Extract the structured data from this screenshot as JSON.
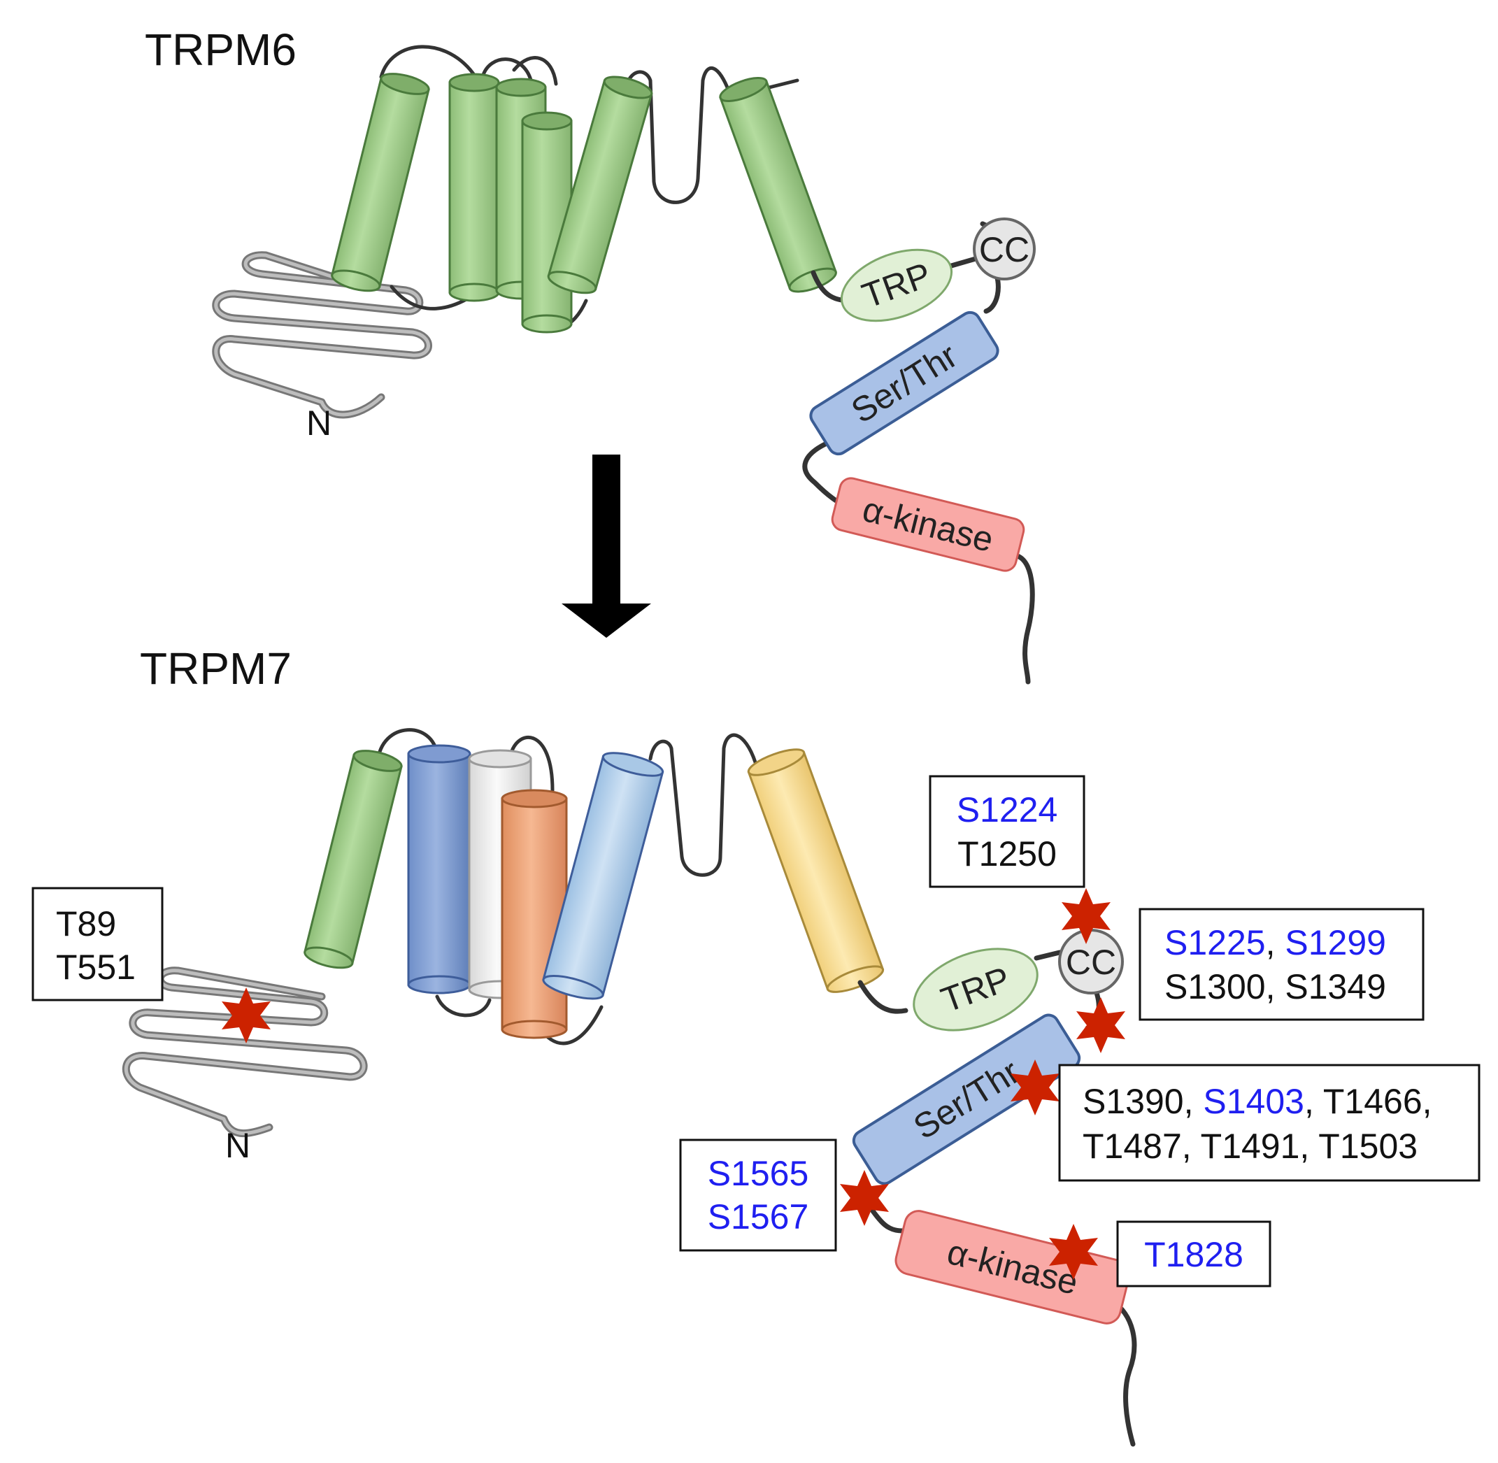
{
  "trpm6": {
    "title": "TRPM6",
    "n_terminus": "N",
    "domains": {
      "trp": "TRP",
      "cc": "CC",
      "ser_thr": "Ser/Thr",
      "alpha_kinase": "α-kinase"
    }
  },
  "trpm7": {
    "title": "TRPM7",
    "n_terminus": "N",
    "domains": {
      "trp": "TRP",
      "cc": "CC",
      "ser_thr": "Ser/Thr",
      "alpha_kinase": "α-kinase"
    },
    "site_labels": {
      "box_t89": {
        "line1": "T89",
        "line2": "T551"
      },
      "box_s1224": {
        "line1": "S1224",
        "line2": "T1250"
      },
      "box_s1225": {
        "line1_a": "S1225",
        "line1_sep": ", ",
        "line1_b": "S1299",
        "line2": "S1300, S1349"
      },
      "box_s1390": {
        "line1_a": "S1390, ",
        "line1_b": "S1403",
        "line1_c": ", T1466,",
        "line2": "T1487, T1491, T1503"
      },
      "box_s1565": {
        "line1": "S1565",
        "line2": "S1567"
      },
      "box_t1828": {
        "line1": "T1828"
      }
    }
  },
  "colors": {
    "helix_green": "#a3cf8e",
    "helix_blue": "#86a3d6",
    "helix_white": "#efefef",
    "helix_orange": "#f0a87c",
    "helix_lightblue": "#b7d4ee",
    "helix_yellow": "#fbe196",
    "trp_domain": "#e1f0d6",
    "cc_domain": "#e6e6e6",
    "ser_thr_domain": "#a9c1e7",
    "alpha_kinase_domain": "#f9a9a6",
    "phospho_star": "#cc2200",
    "label_blue": "#1f1ff0"
  }
}
